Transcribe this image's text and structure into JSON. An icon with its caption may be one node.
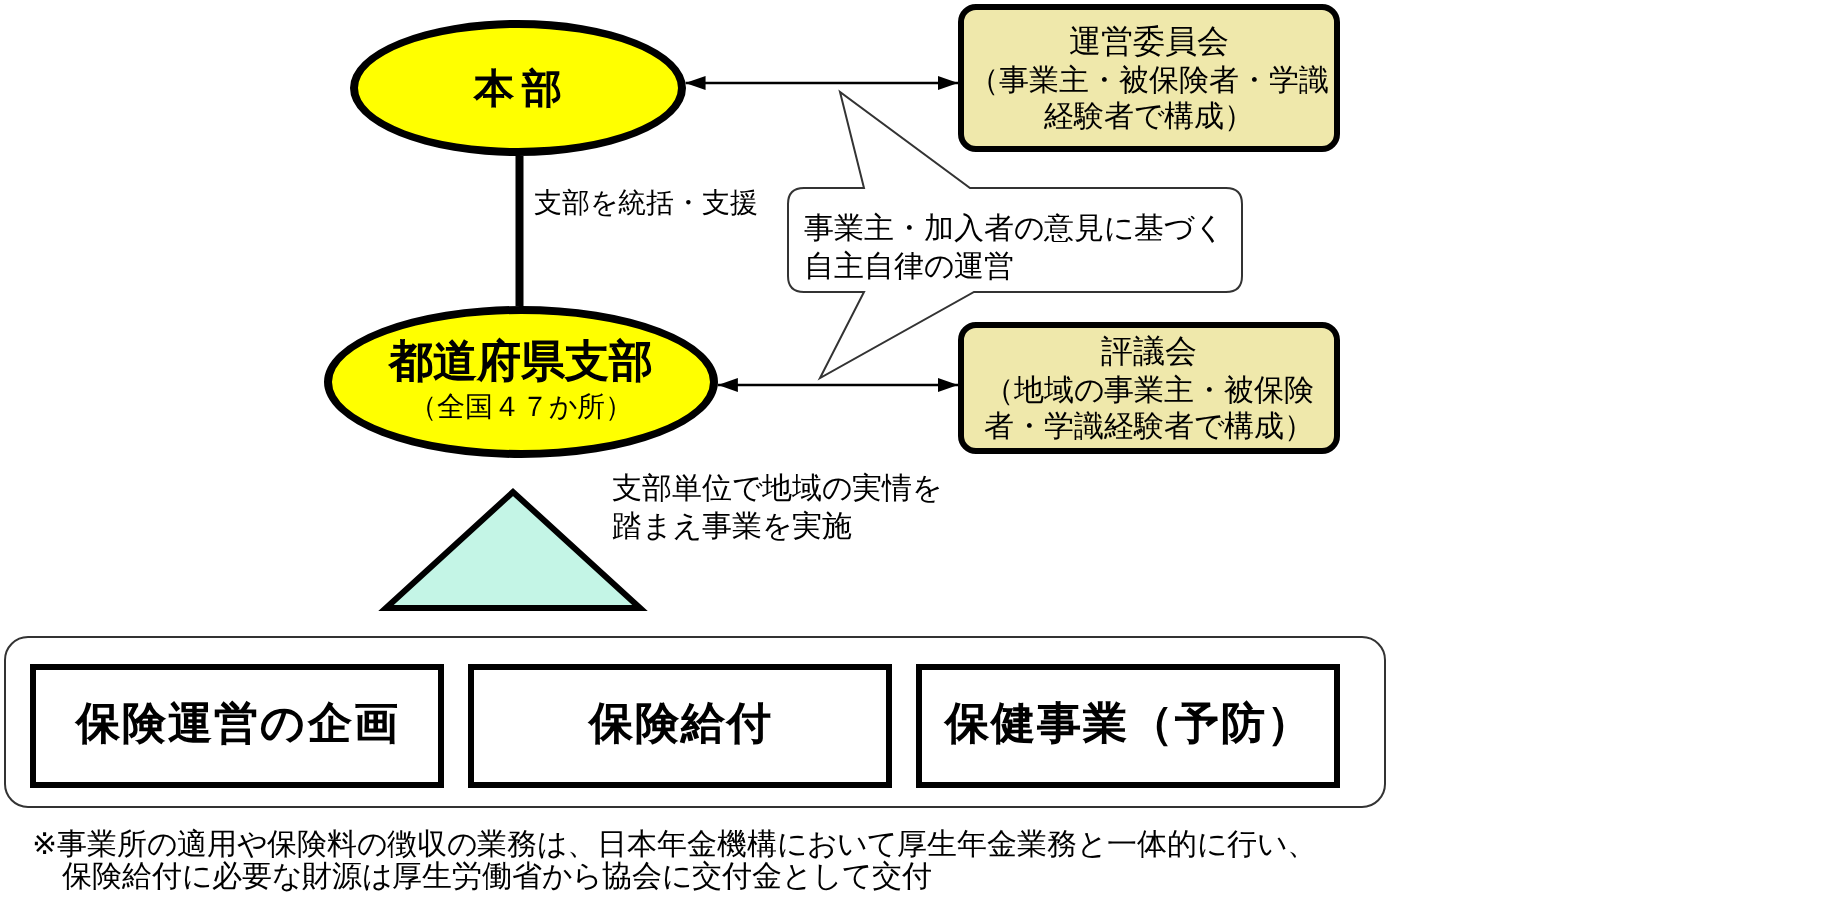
{
  "diagram": {
    "nodes": [
      {
        "text": [
          "本部"
        ]
      },
      {
        "text": [
          "運営委員会",
          "（事業主・被保険者・学識経験者で構成）"
        ]
      },
      {
        "text": [
          "事業主・加入者の意見に基づく自主自律の運営"
        ]
      },
      {
        "text": [
          "都道府県支部",
          "（全国４７か所）"
        ]
      },
      {
        "text": [
          "評議会",
          "（地域の事業主・被保険者・学識経験者で構成）"
        ]
      },
      {
        "text": [],
        "shape": "triangle"
      },
      {
        "text": [],
        "shape": "box"
      },
      {
        "text": [
          "保険運営の企画"
        ],
        "in": 6
      },
      {
        "text": [
          "保険給付"
        ],
        "in": 6
      },
      {
        "text": [
          "保健事業（予防）"
        ],
        "in": 6
      }
    ],
    "edges": [
      {
        "from": 0,
        "to": 1,
        "arrow": "both"
      },
      {
        "from": 3,
        "to": 4,
        "arrow": "both"
      },
      {
        "from": 0,
        "to": 3,
        "arrow": "none",
        "label": "支部を統括・支援",
        "style": "thick"
      }
    ],
    "labels": [
      "支部単位で地域の実情を踏まえ事業を実施",
      "※事業所の適用や保険料の徴収の業務は、日本年金機構において厚生年金業務と一体的に行い、保険給付に必要な財源は厚生労働省から協会に交付金として交付"
    ]
  }
}
